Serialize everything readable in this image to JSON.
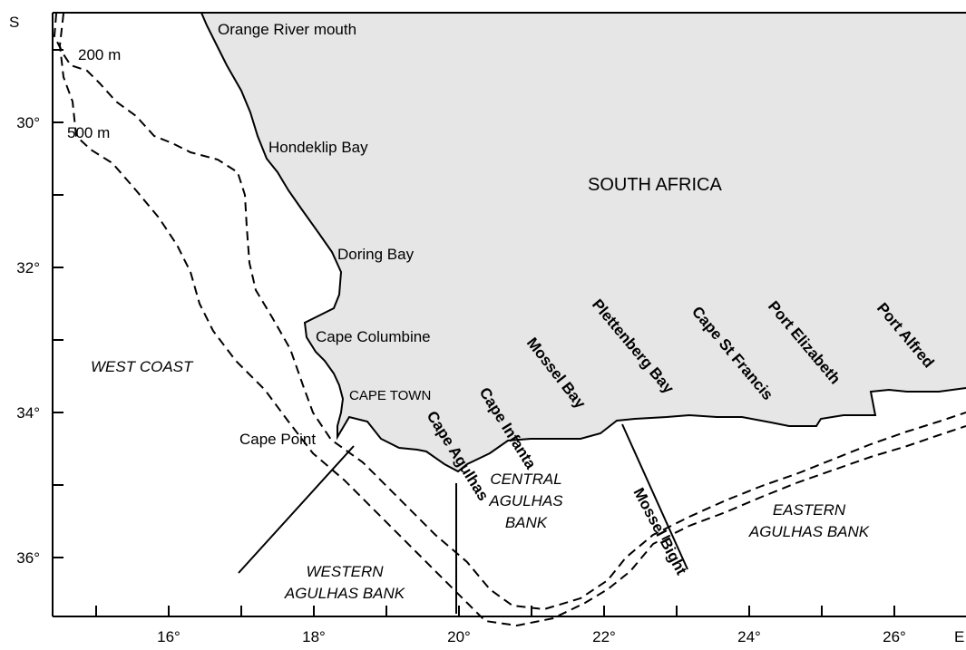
{
  "map": {
    "country_label": "SOUTH AFRICA",
    "corner_labels": {
      "south": "S",
      "east": "E"
    },
    "x_ticks": [
      "16°",
      "18°",
      "20°",
      "22°",
      "24°",
      "26°"
    ],
    "y_ticks": [
      "30°",
      "32°",
      "34°",
      "36°"
    ],
    "depth_labels": [
      "200 m",
      "500 m"
    ],
    "places": [
      "Orange River mouth",
      "Hondeklip Bay",
      "Doring Bay",
      "Cape Columbine",
      "CAPE TOWN",
      "Cape Point",
      "Cape Agulhas",
      "Cape Infanta",
      "Mossel Bay",
      "Plettenberg Bay",
      "Cape St Francis",
      "Port Elizabeth",
      "Port Alfred",
      "Mossel Bight"
    ],
    "regions": [
      {
        "line1": "WEST COAST"
      },
      {
        "line1": "WESTERN",
        "line2": "AGULHAS BANK"
      },
      {
        "line1": "CENTRAL",
        "line2": "AGULHAS",
        "line3": "BANK"
      },
      {
        "line1": "EASTERN",
        "line2": "AGULHAS BANK"
      }
    ],
    "colors": {
      "land": "#e6e6e6",
      "coast": "#000000",
      "isobath": "#000000"
    }
  }
}
